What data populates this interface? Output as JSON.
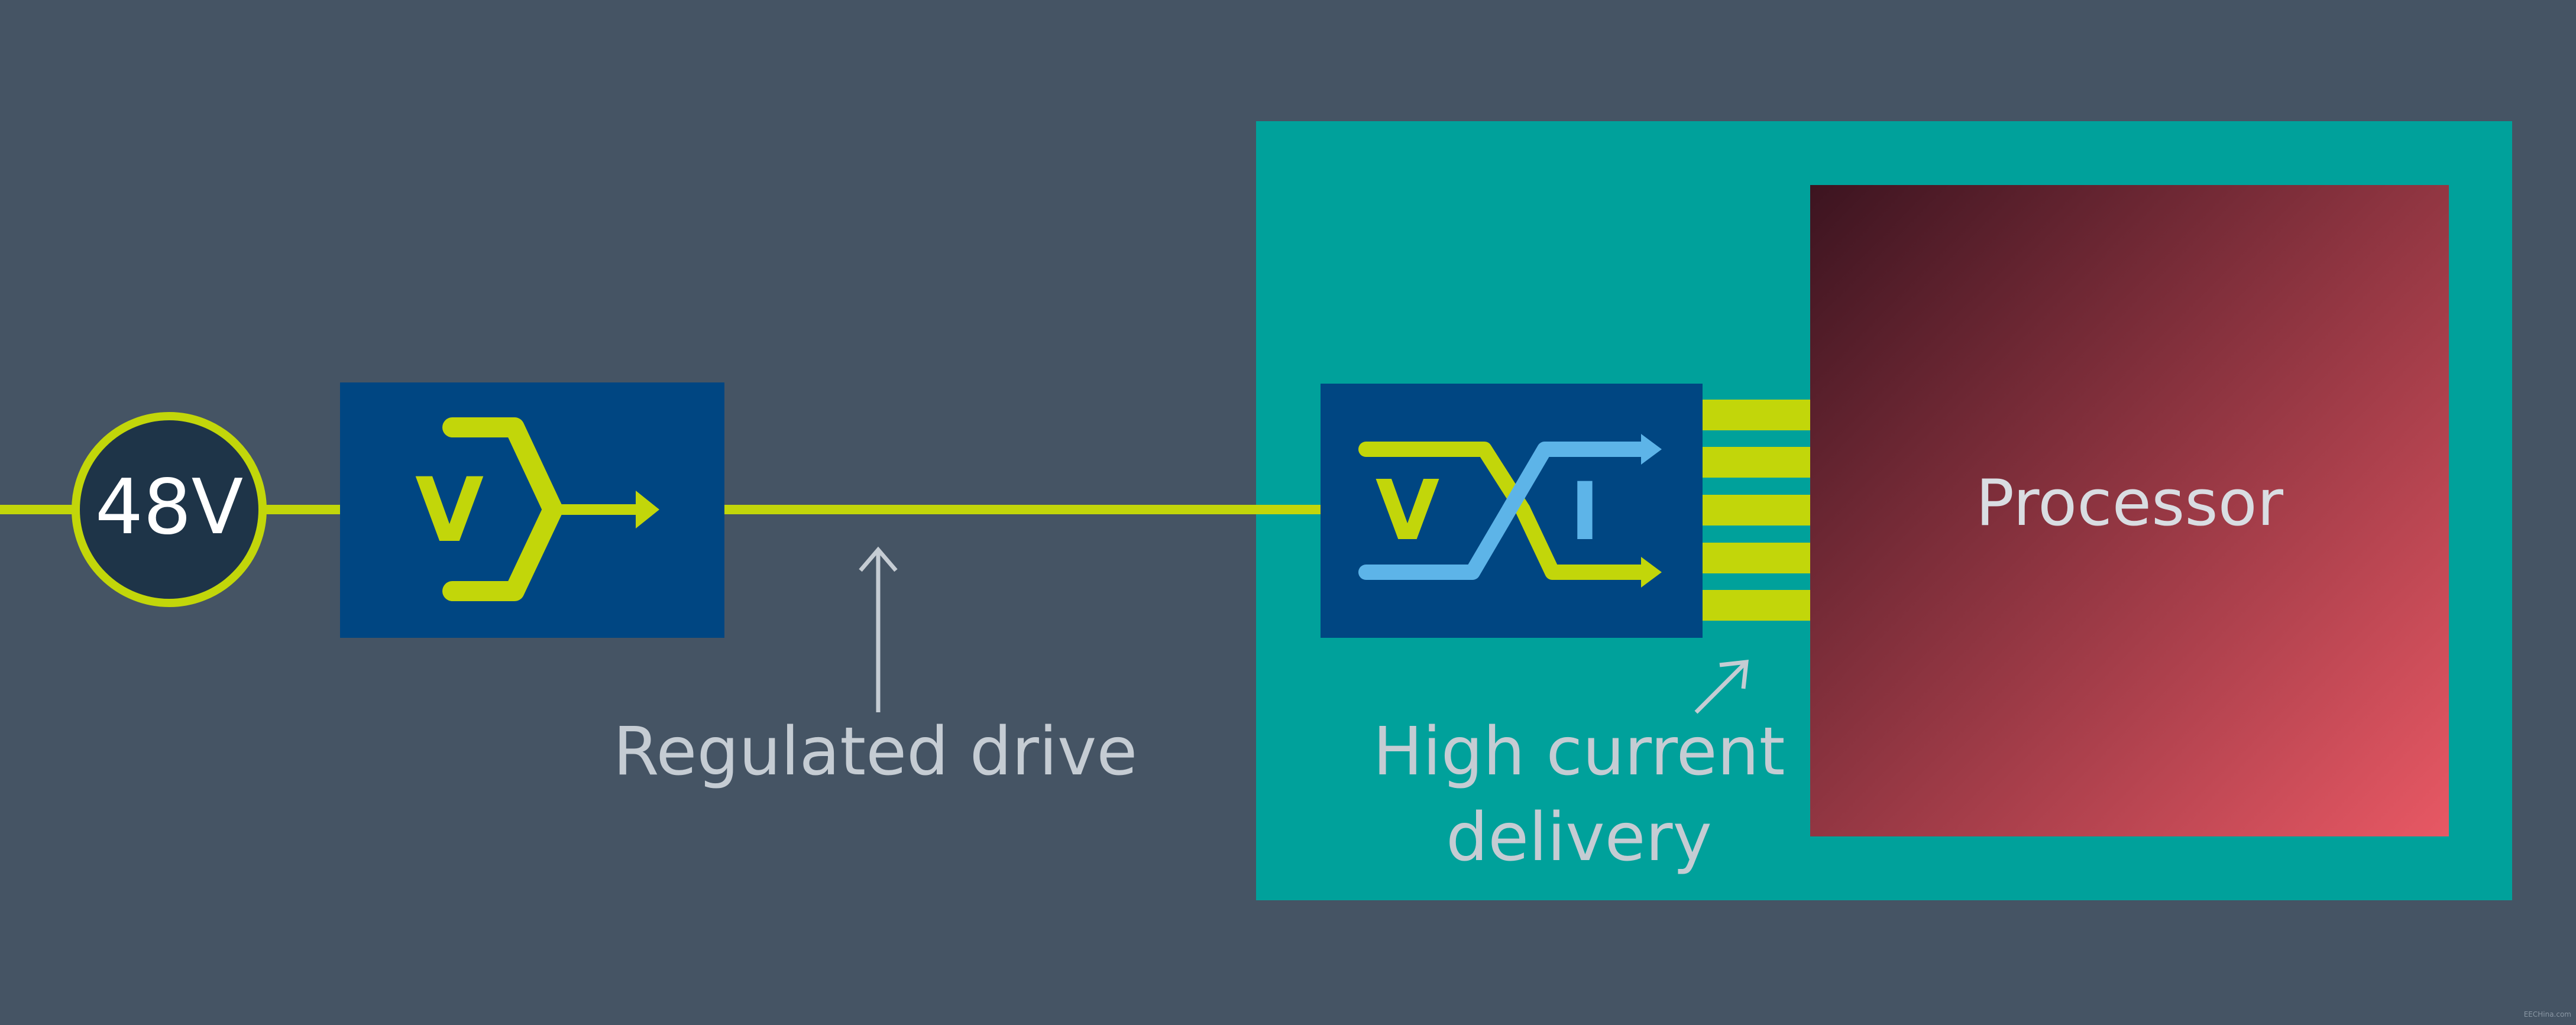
{
  "diagram": {
    "source_label": "48V",
    "annotations": {
      "regulated_drive": "Regulated drive",
      "high_current_line1": "High current",
      "high_current_line2": "delivery"
    },
    "processor_label": "Processor",
    "converter1_letter": "V",
    "converter2_letters": {
      "voltage": "V",
      "current": "I"
    }
  },
  "colors": {
    "background": "#455464",
    "lime": "#c2d60a",
    "converter_blue": "#004682",
    "module_teal": "#00a19b",
    "current_blue": "#5db4e8",
    "source_circle_fill": "#1e3448",
    "annotation_text": "#c5ccd3",
    "processor_gradient_start": "#3c1420",
    "processor_gradient_end": "#e85864"
  },
  "watermark": "EECHina.com"
}
